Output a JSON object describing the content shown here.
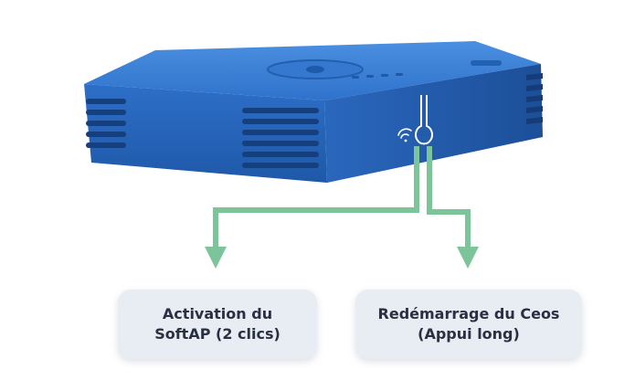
{
  "device": {
    "name_icon": "blue-router-box",
    "button_icon": "reset-button-icon",
    "wifi_icon": "wifi-icon"
  },
  "colors": {
    "device_body": "#2a6bc4",
    "device_top": "#3c82d8",
    "device_dark": "#1b4f99",
    "arrow": "#7cc49a",
    "callout_bg": "#e8ecf3",
    "callout_text": "#283042"
  },
  "callouts": {
    "left": {
      "line1": "Activation du",
      "line2": "SoftAP (2 clics)"
    },
    "right": {
      "line1": "Redémarrage du Ceos",
      "line2": "(Appui long)"
    }
  }
}
